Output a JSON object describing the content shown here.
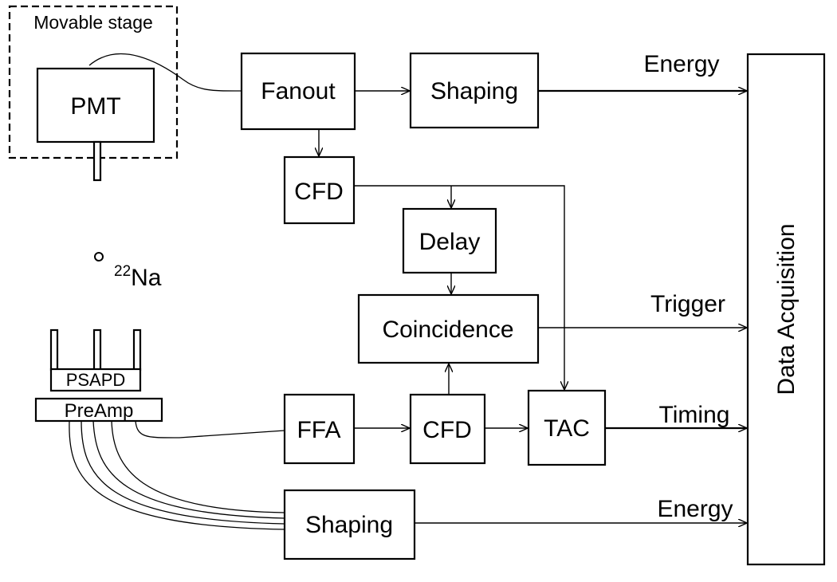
{
  "stage": {
    "label": "Movable stage"
  },
  "blocks": {
    "pmt": "PMT",
    "fanout": "Fanout",
    "shaping_top": "Shaping",
    "cfd_top": "CFD",
    "delay": "Delay",
    "coincidence": "Coincidence",
    "ffa": "FFA",
    "cfd_bottom": "CFD",
    "tac": "TAC",
    "shaping_bottom": "Shaping",
    "daq": "Data Acquisition",
    "psapd": "PSAPD",
    "preamp": "PreAmp"
  },
  "source": {
    "mass_number": "22",
    "element": "Na"
  },
  "outputs": {
    "energy_top": "Energy",
    "trigger": "Trigger",
    "timing": "Timing",
    "energy_bottom": "Energy"
  }
}
